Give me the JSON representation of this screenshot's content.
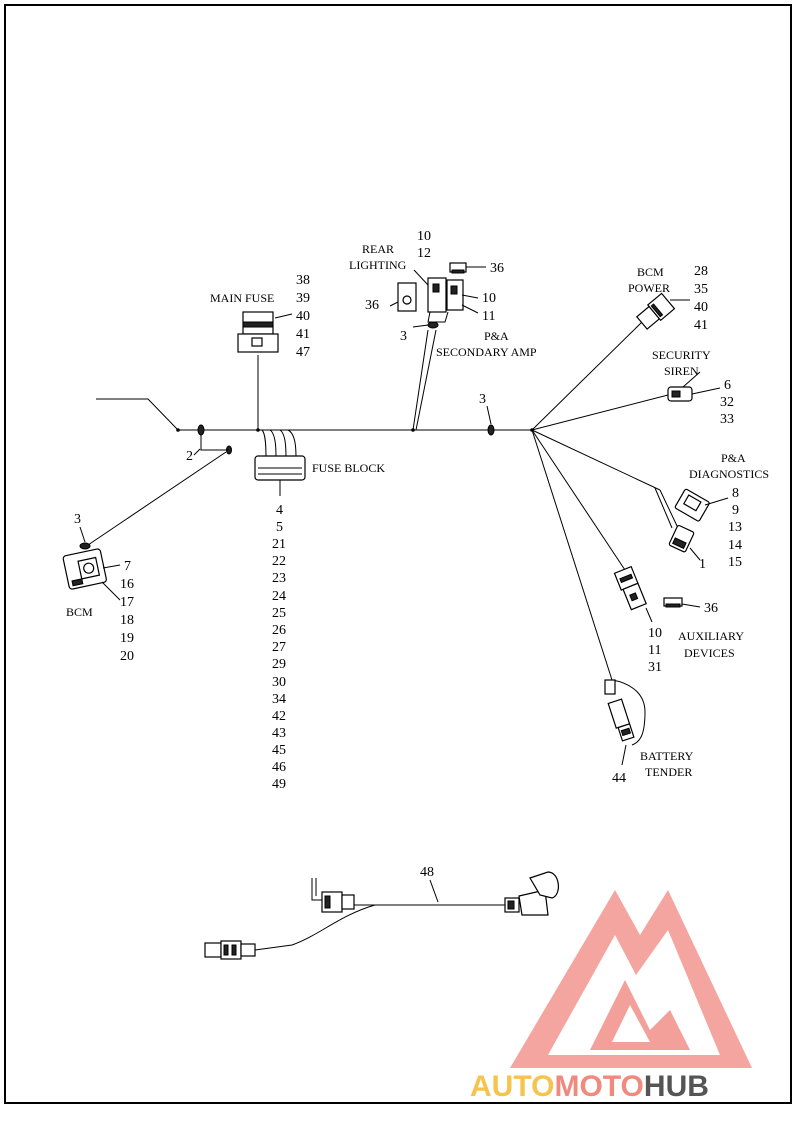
{
  "labels": {
    "main_fuse": "MAIN FUSE",
    "fuse_block": "FUSE BLOCK",
    "rear_lighting_1": "REAR",
    "rear_lighting_2": "LIGHTING",
    "pa_amp_1": "P&A",
    "pa_amp_2": "SECONDARY AMP",
    "bcm_power_1": "BCM",
    "bcm_power_2": "POWER",
    "security_siren_1": "SECURITY",
    "security_siren_2": "SIREN",
    "pa_diag_1": "P&A",
    "pa_diag_2": "DIAGNOSTICS",
    "bcm": "BCM",
    "aux_1": "AUXILIARY",
    "aux_2": "DEVICES",
    "battery_1": "BATTERY",
    "battery_2": "TENDER"
  },
  "callouts": {
    "main_fuse": [
      "38",
      "39",
      "40",
      "41",
      "47"
    ],
    "fuse_block": [
      "4",
      "5",
      "21",
      "22",
      "23",
      "24",
      "25",
      "26",
      "27",
      "29",
      "30",
      "34",
      "42",
      "43",
      "45",
      "46",
      "49"
    ],
    "rear_top": [
      "10",
      "12"
    ],
    "rear_36": "36",
    "cap_36_top": "36",
    "amp_nums": [
      "10",
      "11"
    ],
    "amp_3": "3",
    "bcm_power": [
      "28",
      "35",
      "40",
      "41"
    ],
    "siren": [
      "6",
      "32",
      "33"
    ],
    "diag": [
      "8",
      "9",
      "13",
      "14",
      "15"
    ],
    "diag_1": "1",
    "aux": [
      "10",
      "11",
      "31"
    ],
    "aux_36": "36",
    "battery": "44",
    "tie_3": "3",
    "clip_2": "2",
    "bcm_3": "3",
    "bcm_nums": [
      "7",
      "16",
      "17",
      "18",
      "19",
      "20"
    ],
    "lower_harness": "48"
  },
  "watermark": {
    "part1": "AUTO",
    "part2": "MOTO",
    "part3": "HUB",
    "color1": "#F5C44C",
    "color2": "#F08A7E",
    "color3": "#555555",
    "logo_color": "#F4A09A"
  }
}
